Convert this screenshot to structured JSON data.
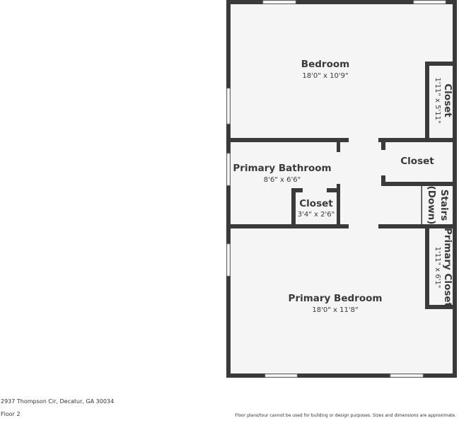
{
  "colors": {
    "wall": "#3a3a3a",
    "floor": "#f5f5f5",
    "window": "#ffffff"
  },
  "rooms": {
    "bedroom": {
      "name": "Bedroom",
      "dim": "18'0\" x 10'9\""
    },
    "bedroom_closet": {
      "name": "Closet",
      "dim": "1'11\" x 5'11\""
    },
    "primary_bathroom": {
      "name": "Primary Bathroom",
      "dim": "8'6\" x 6'6\""
    },
    "bath_closet": {
      "name": "Closet",
      "dim": "3'4\" x 2'6\""
    },
    "hall_closet": {
      "name": "Closet"
    },
    "stairs": {
      "name": "Stairs",
      "sub": "(Down)"
    },
    "primary_closet": {
      "name": "Primary Closet",
      "dim": "1'11\" x 6'1\""
    },
    "primary_bedroom": {
      "name": "Primary Bedroom",
      "dim": "18'0\" x 11'8\""
    }
  },
  "footer": {
    "address": "2937 Thompson Cir, Decatur, GA 30034",
    "floor": "Floor 2",
    "disclaimer": "Floor plans/tour cannot be used for building or design purposes. Sizes and dimensions are approximate."
  }
}
